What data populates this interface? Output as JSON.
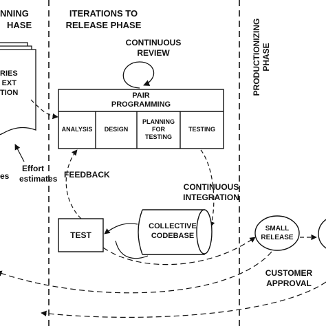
{
  "phases": {
    "planning_line1": "NNING",
    "planning_line2": "HASE",
    "iterations_line1": "ITERATIONS TO",
    "iterations_line2": "RELEASE PHASE",
    "productionizing_line1": "PRODUCTIONIZING",
    "productionizing_line2": "PHASE"
  },
  "left_doc": {
    "line1": "RIES",
    "line2": "EXT",
    "line3": "TION"
  },
  "left_labels": {
    "es": "es",
    "effort_line1": "Effort",
    "effort_line2": "estimates"
  },
  "continuous_review": {
    "line1": "CONTINUOUS",
    "line2": "REVIEW"
  },
  "pair_programming": {
    "title_line1": "PAIR",
    "title_line2": "PROGRAMMING",
    "cells": [
      {
        "line1": "ANALYSIS",
        "line2": "",
        "line3": ""
      },
      {
        "line1": "DESIGN",
        "line2": "",
        "line3": ""
      },
      {
        "line1": "PLANNING",
        "line2": "FOR",
        "line3": "TESTING"
      },
      {
        "line1": "TESTING",
        "line2": "",
        "line3": ""
      }
    ]
  },
  "feedback": "FEEDBACK",
  "continuous_integration": {
    "line1": "CONTINUOUS",
    "line2": "INTEGRATION"
  },
  "test": "TEST",
  "codebase": {
    "line1": "COLLECTIVE",
    "line2": "CODEBASE"
  },
  "small_release": {
    "line1": "SMALL",
    "line2": "RELEASE"
  },
  "customer_approval": {
    "line1": "CUSTOMER",
    "line2": "APPROVAL"
  }
}
